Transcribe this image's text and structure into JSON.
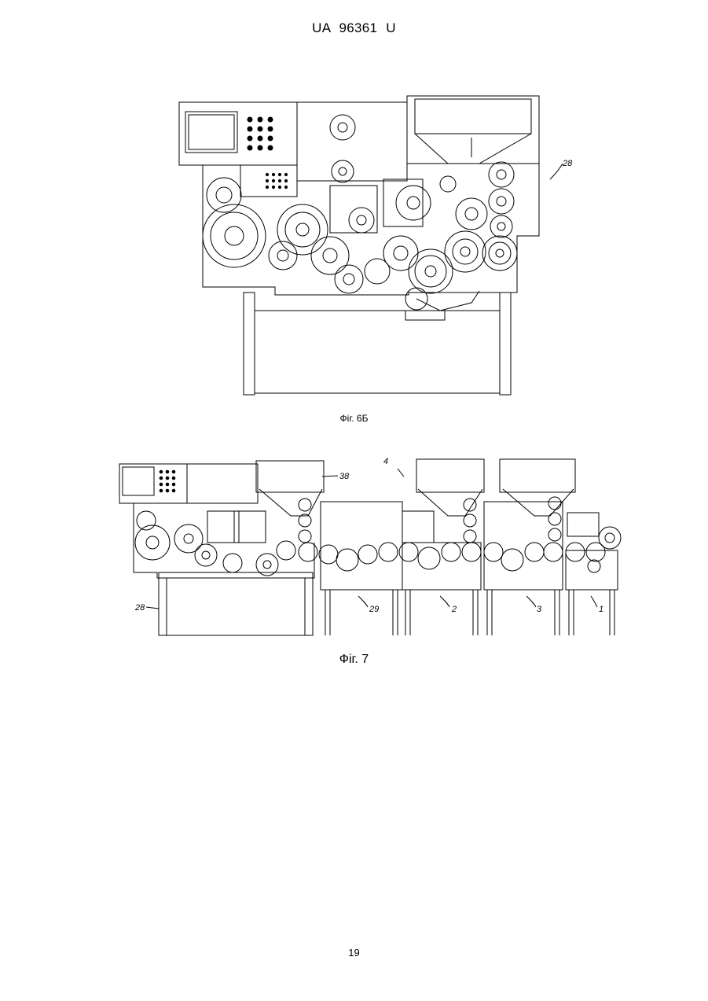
{
  "header": {
    "doc_id": "UA 96361 U"
  },
  "figures": [
    {
      "caption": "Фіг. 6Б",
      "refs": [
        "28"
      ]
    },
    {
      "caption": "Фіг. 7",
      "refs": [
        "38",
        "29",
        "28",
        "2",
        "4",
        "3",
        "1"
      ]
    }
  ],
  "footer": {
    "page_number": "19"
  }
}
